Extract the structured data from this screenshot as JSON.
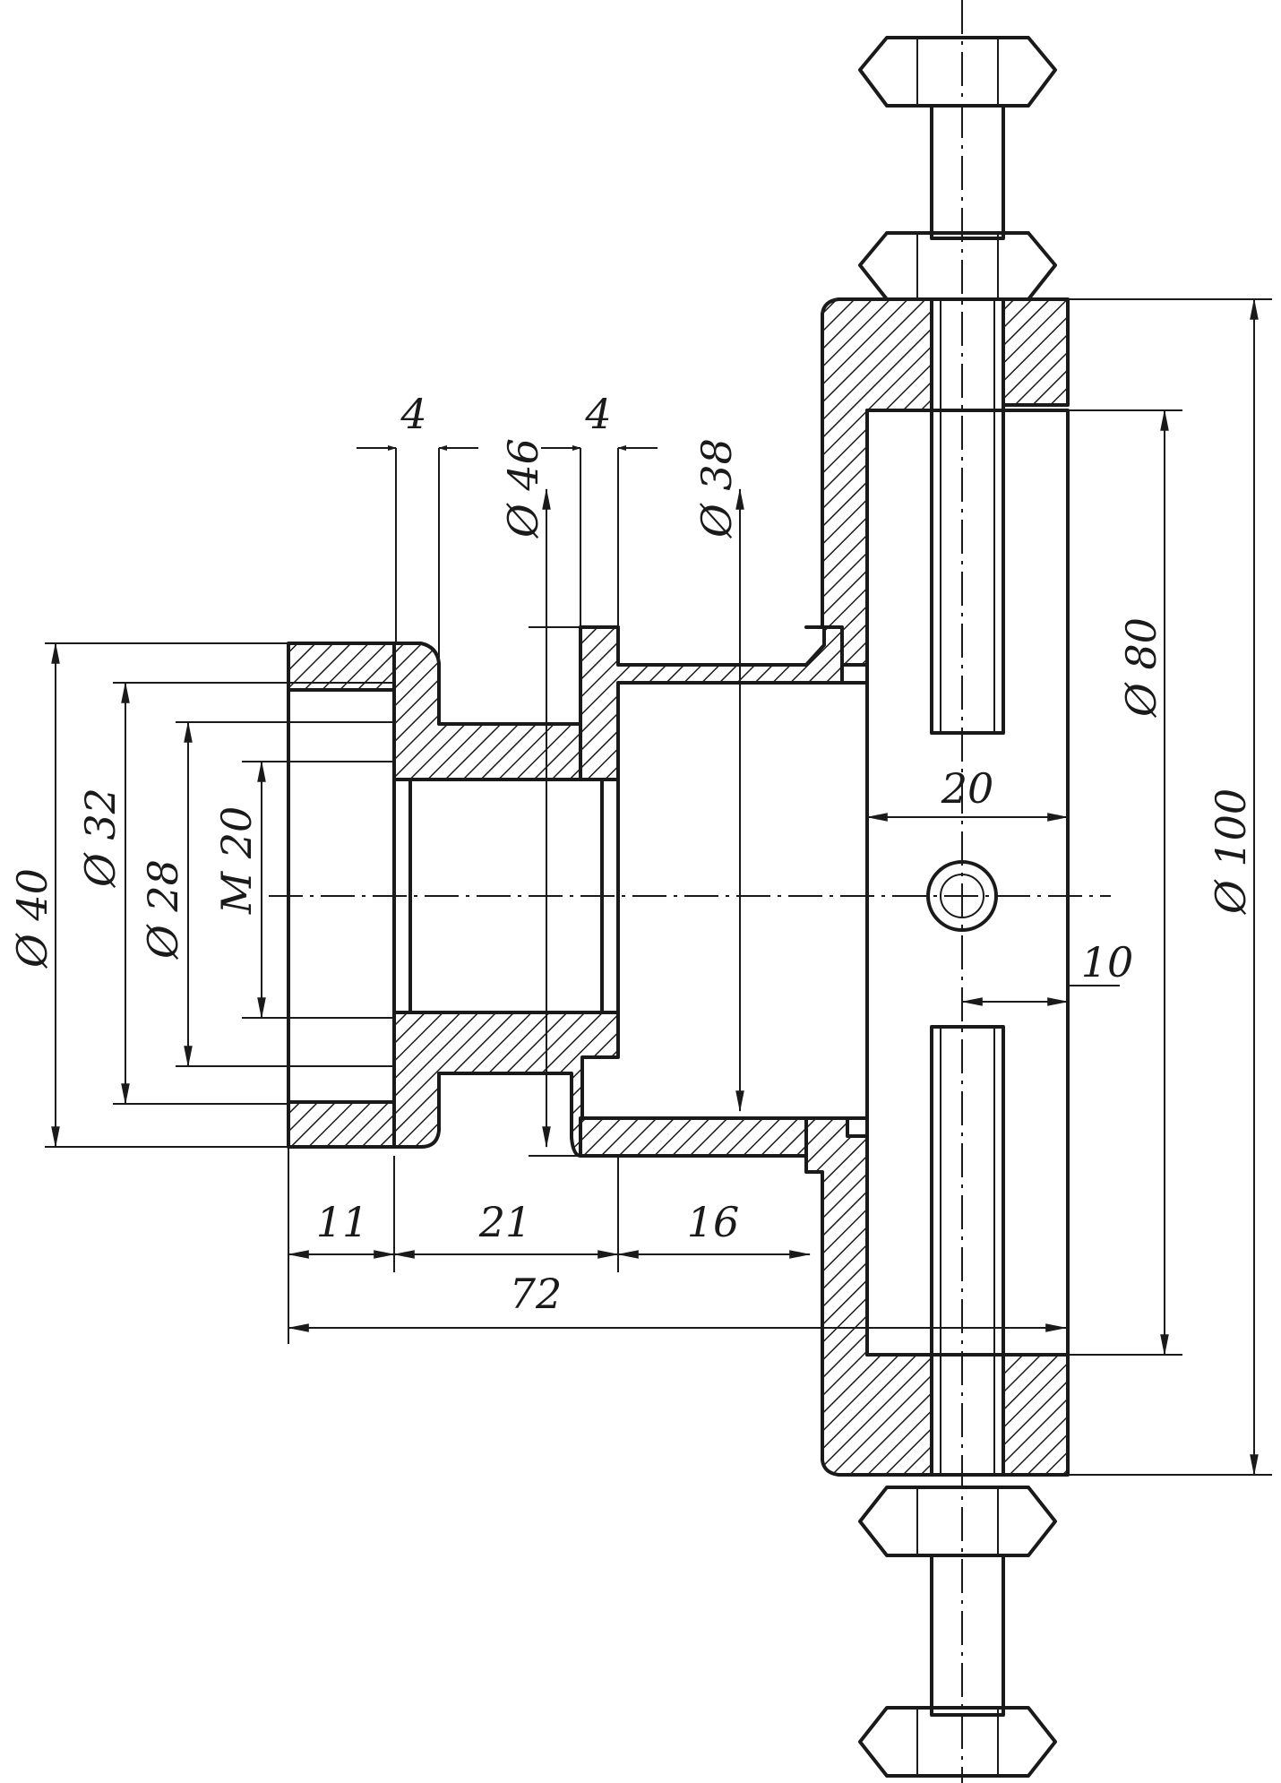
{
  "dimensions": {
    "flange_step_4a": "4",
    "flange_step_4b": "4",
    "dia_46": "Ø 46",
    "dia_38": "Ø 38",
    "dia_80": "Ø 80",
    "dia_100": "Ø 100",
    "dia_40": "Ø 40",
    "dia_32": "Ø 32",
    "dia_28": "Ø 28",
    "thread_m20": "M 20",
    "len_20": "20",
    "len_10": "10",
    "len_11": "11",
    "len_21": "21",
    "len_16": "16",
    "len_72": "72"
  }
}
